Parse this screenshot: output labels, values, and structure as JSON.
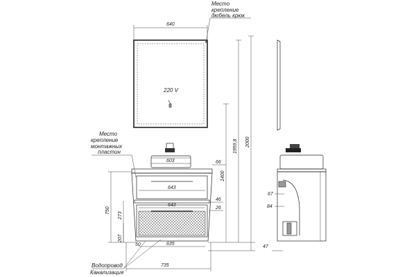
{
  "callouts": {
    "mirror_mount": [
      "Место",
      "крепление",
      "дюбель крюк"
    ],
    "plate_mount": [
      "Место",
      "крепление",
      "монтажных",
      "пластин"
    ],
    "water": "Водопровод",
    "drain": "Канализация"
  },
  "labels": {
    "voltage": "220 V"
  },
  "dimensions": {
    "mirror_width": "640",
    "sink_width": "603",
    "d66": "66",
    "d643_top": "643",
    "d643_mid": "643",
    "d46": "46",
    "d26": "26",
    "d635": "635",
    "d50": "50",
    "d735": "735",
    "d750": "750",
    "d273": "273",
    "d207": "207",
    "d1400": "1400",
    "d1959": "1959,8",
    "d2000": "2000",
    "d67": "67",
    "d84": "84",
    "d47": "47"
  }
}
